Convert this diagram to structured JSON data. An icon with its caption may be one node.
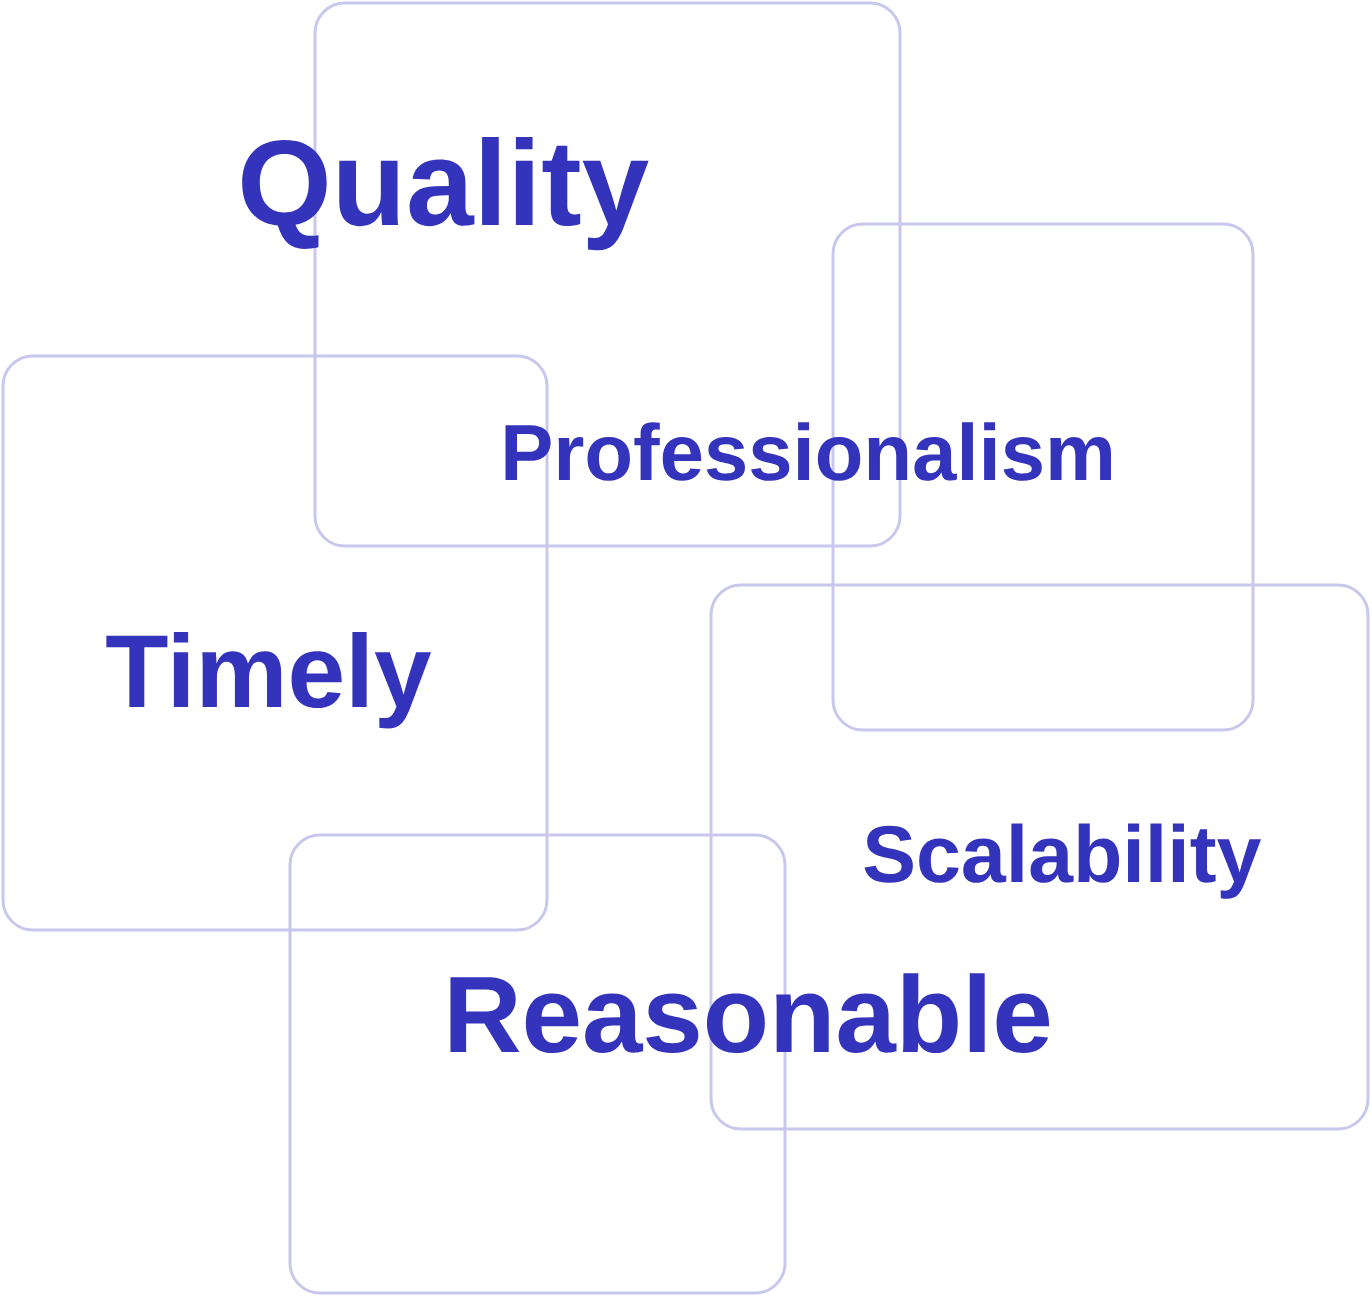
{
  "diagram": {
    "nodes": [
      {
        "text": [],
        "shape": "box"
      },
      {
        "text": [],
        "shape": "box"
      },
      {
        "text": [],
        "shape": "box"
      },
      {
        "text": [],
        "shape": "box"
      },
      {
        "text": [],
        "shape": "box"
      }
    ],
    "labels": [
      "Quality",
      "Professionalism",
      "Timely",
      "Scalability",
      "Reasonable"
    ]
  }
}
